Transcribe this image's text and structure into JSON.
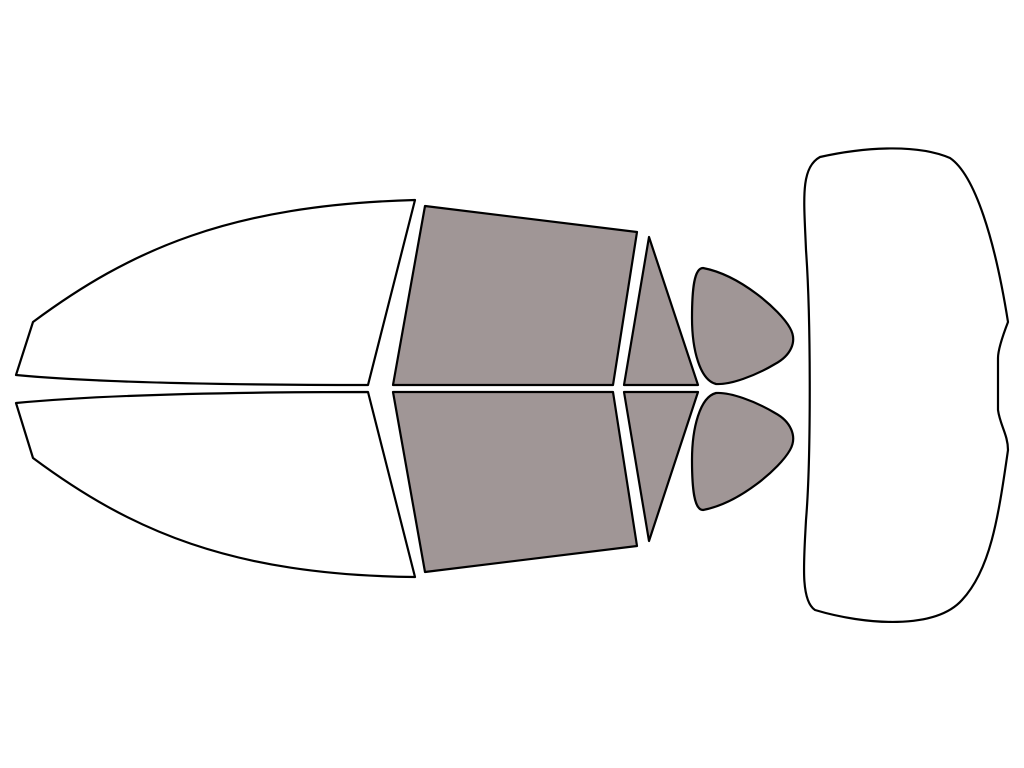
{
  "colors": {
    "background": "#ffffff",
    "outline": "#000000",
    "tinted": "#a09696",
    "clear": "#ffffff"
  },
  "panels": [
    {
      "id": "windshield-left-half",
      "tinted": false
    },
    {
      "id": "windshield-right-half",
      "tinted": false
    },
    {
      "id": "front-door-window-top",
      "tinted": true
    },
    {
      "id": "front-door-window-bottom",
      "tinted": true
    },
    {
      "id": "rear-door-window-top",
      "tinted": true
    },
    {
      "id": "rear-door-window-bottom",
      "tinted": true
    },
    {
      "id": "quarter-window-top",
      "tinted": true
    },
    {
      "id": "quarter-window-bottom",
      "tinted": true
    },
    {
      "id": "rear-window",
      "tinted": false
    }
  ]
}
